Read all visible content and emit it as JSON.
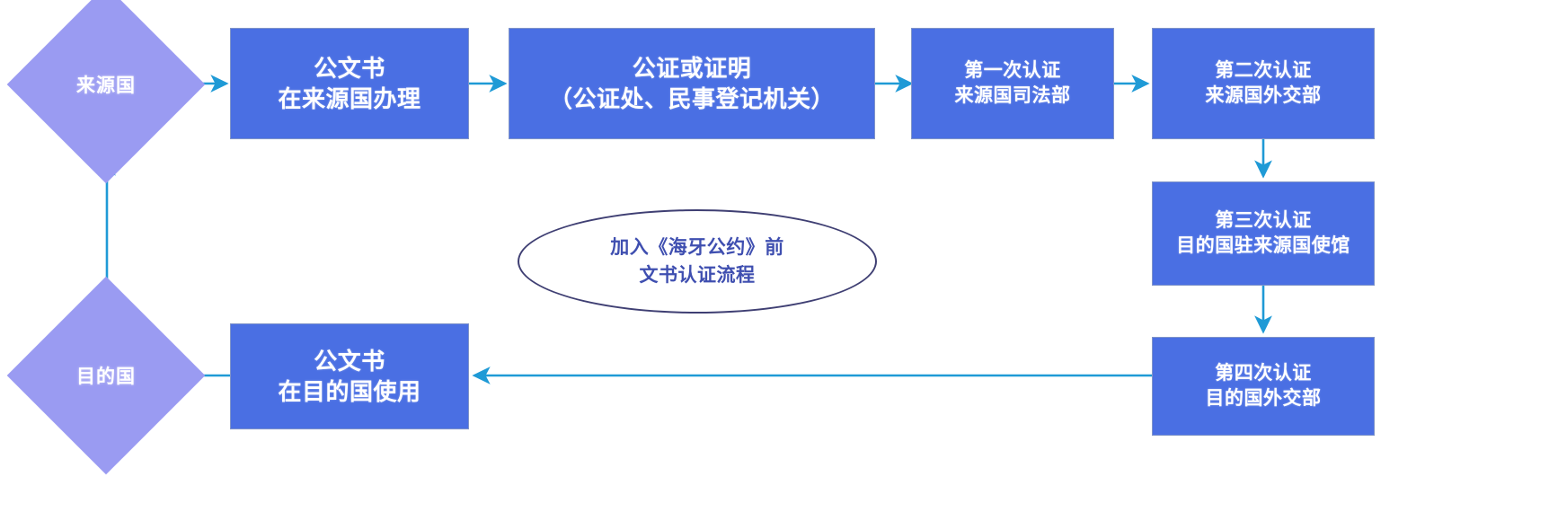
{
  "diagram": {
    "title": "加入《海牙公约》前文书认证流程",
    "colors": {
      "box_fill": "#4a6fe3",
      "box_border": "#7f94c9",
      "diamond_fill": "#9a9bf2",
      "arrow": "#1f9ad6",
      "ellipse_border": "#3f3f73",
      "ellipse_text": "#3f4fb0",
      "background": "#ffffff"
    },
    "center_label": {
      "line1": "加入《海牙公约》前",
      "line2": "文书认证流程"
    },
    "nodes": {
      "origin_country": {
        "label": "来源国",
        "shape": "diamond"
      },
      "destination_country": {
        "label": "目的国",
        "shape": "diamond"
      },
      "step1": {
        "line1": "公文书",
        "line2": "在来源国办理",
        "shape": "rect"
      },
      "step2": {
        "line1": "公证或证明",
        "line2": "（公证处、民事登记机关）",
        "shape": "rect"
      },
      "step3": {
        "line1": "第一次认证",
        "line2": "来源国司法部",
        "shape": "rect"
      },
      "step4": {
        "line1": "第二次认证",
        "line2": "来源国外交部",
        "shape": "rect"
      },
      "step5": {
        "line1": "第三次认证",
        "line2": "目的国驻来源国使馆",
        "shape": "rect"
      },
      "step6": {
        "line1": "第四次认证",
        "line2": "目的国外交部",
        "shape": "rect"
      },
      "step7": {
        "line1": "公文书",
        "line2": "在目的国使用",
        "shape": "rect"
      }
    },
    "edges": [
      {
        "from": "origin_country",
        "to": "step1",
        "direction": "right"
      },
      {
        "from": "step1",
        "to": "step2",
        "direction": "right"
      },
      {
        "from": "step2",
        "to": "step3",
        "direction": "right"
      },
      {
        "from": "step3",
        "to": "step4",
        "direction": "right"
      },
      {
        "from": "step4",
        "to": "step5",
        "direction": "down"
      },
      {
        "from": "step5",
        "to": "step6",
        "direction": "down"
      },
      {
        "from": "step6",
        "to": "step7",
        "direction": "left"
      },
      {
        "from": "step7",
        "to": "destination_country",
        "direction": "left"
      },
      {
        "from": "destination_country",
        "to": "origin_country",
        "direction": "up"
      }
    ]
  }
}
